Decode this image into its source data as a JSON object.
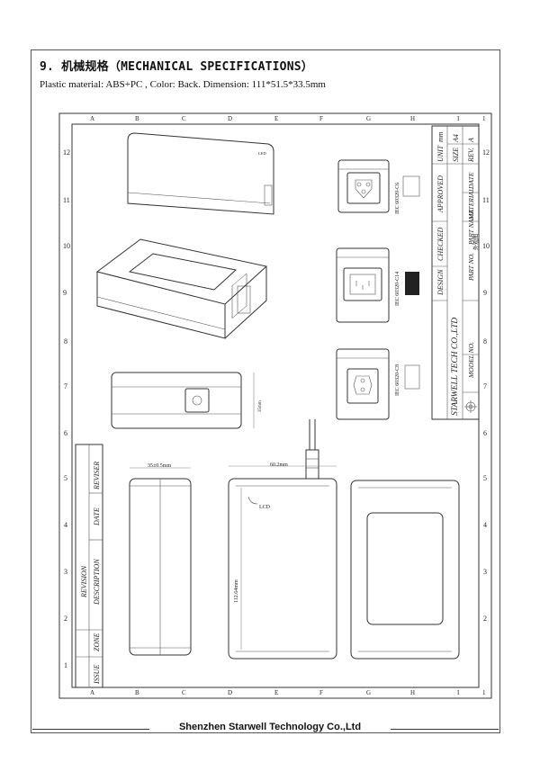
{
  "header": {
    "title": "9. 机械规格（MECHANICAL SPECIFICATIONS）",
    "spec": "Plastic material: ABS+PC ,    Color: Back.    Dimension: 111*51.5*33.5mm"
  },
  "frame": {
    "col_letters": [
      "A",
      "B",
      "C",
      "D",
      "E",
      "F",
      "G",
      "H",
      "I"
    ],
    "row_numbers_left": [
      "12",
      "11",
      "10",
      "9",
      "8",
      "7",
      "6",
      "5",
      "4",
      "3",
      "2",
      "1"
    ],
    "row_numbers_right": [
      "1",
      "12",
      "11",
      "10",
      "9",
      "8",
      "7",
      "6",
      "5",
      "4",
      "3",
      "2",
      "1"
    ]
  },
  "title_block": {
    "unit_label": "UNIT",
    "unit_value": "mm",
    "size_label": "SIZE",
    "size_value": "A4",
    "rev_label": "REV.",
    "rev_value": "A",
    "approved": "APPROVED",
    "checked": "CHECKED",
    "design": "DESIGN",
    "company": "STARWELL TECH CO.,LTD",
    "part_no": "PART NO.",
    "part_name": "PART NAME",
    "material": "MATERIAL",
    "date": "DATE",
    "model_no": "MODEL NO.",
    "part_name_value": "外观图"
  },
  "revision_block": {
    "reviser": "REVISER",
    "date": "DATE",
    "description": "DESCRIPTION",
    "revision": "REVISION",
    "zone": "ZONE",
    "issue": "ISSUE"
  },
  "drawing": {
    "led_label": "LED",
    "lcd_label": "LCD",
    "connectors": [
      "IEC 60320-C6",
      "IEC 60320-C14",
      "IEC 60320-C8"
    ],
    "dim_thickness": "35±0.5mm",
    "dim_width": "60.2mm",
    "dim_length": "112.64mm",
    "dim_height": "35mm"
  },
  "footer": {
    "company": "Shenzhen Starwell Technology Co.,Ltd"
  }
}
